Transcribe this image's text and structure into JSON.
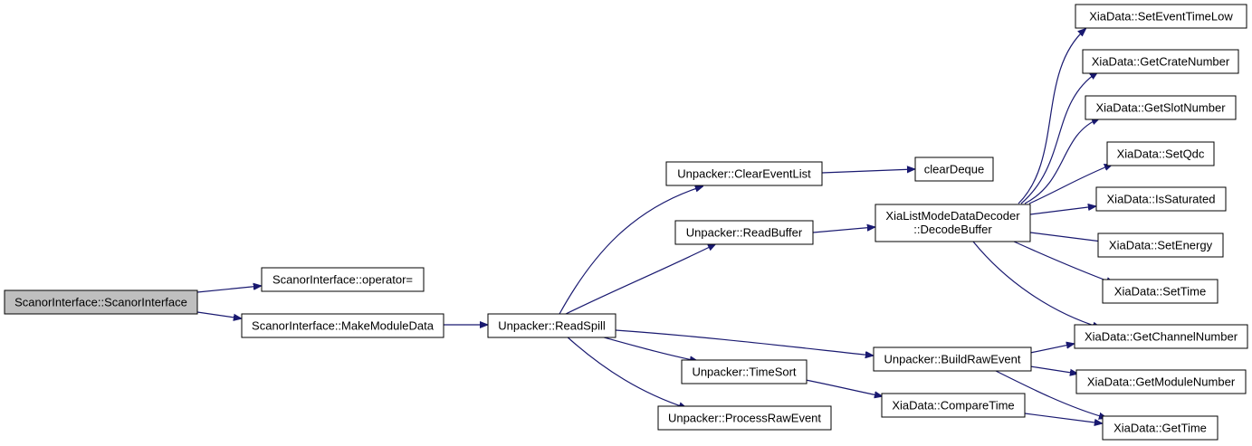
{
  "nodes": {
    "scanor_ctor": "ScanorInterface::ScanorInterface",
    "scanor_operator": "ScanorInterface::operator=",
    "scanor_make_module_data": "ScanorInterface::MakeModuleData",
    "unpacker_read_spill": "Unpacker::ReadSpill",
    "unpacker_clear_event_list": "Unpacker::ClearEventList",
    "unpacker_read_buffer": "Unpacker::ReadBuffer",
    "unpacker_time_sort": "Unpacker::TimeSort",
    "unpacker_process_raw_event": "Unpacker::ProcessRawEvent",
    "clear_deque": "clearDeque",
    "decoder_line1": "XiaListModeDataDecoder",
    "decoder_line2": "::DecodeBuffer",
    "unpacker_build_raw_event": "Unpacker::BuildRawEvent",
    "xia_compare_time": "XiaData::CompareTime",
    "xia_set_event_time_low": "XiaData::SetEventTimeLow",
    "xia_get_crate_number": "XiaData::GetCrateNumber",
    "xia_get_slot_number": "XiaData::GetSlotNumber",
    "xia_set_qdc": "XiaData::SetQdc",
    "xia_is_saturated": "XiaData::IsSaturated",
    "xia_set_energy": "XiaData::SetEnergy",
    "xia_set_time": "XiaData::SetTime",
    "xia_get_channel_number": "XiaData::GetChannelNumber",
    "xia_get_module_number": "XiaData::GetModuleNumber",
    "xia_get_time": "XiaData::GetTime"
  },
  "colors": {
    "edge": "#191970",
    "root_fill": "#bfbfbf",
    "box_fill": "#ffffff",
    "box_stroke": "#000000"
  }
}
